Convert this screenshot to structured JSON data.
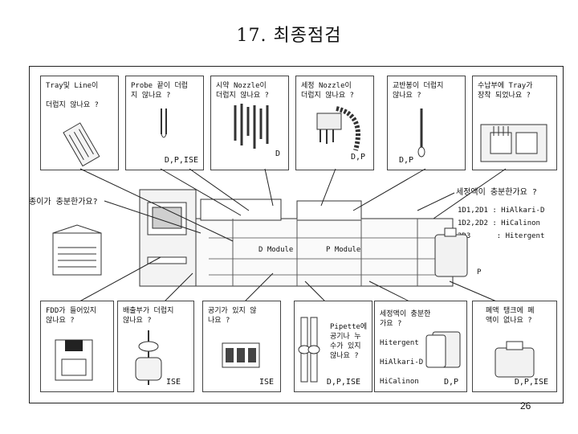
{
  "title": "17. 최종점검",
  "top_boxes": [
    {
      "label": "Tray및 Line이\n\n더럽지 않나요 ?",
      "tag": ""
    },
    {
      "label": "Probe 끝이 더럽\n지 않나요 ?",
      "tag": "D,P,ISE"
    },
    {
      "label": "시약 Nozzle이\n더럽지 않나요 ?",
      "tag": "D"
    },
    {
      "label": "세정 Nozzle이\n더럽지 않나요 ?",
      "tag": "D,P"
    },
    {
      "label": "교반봉이 더럽지\n않나요 ?",
      "tag": "D,P"
    },
    {
      "label": "수납부에 Tray가\n장착 되었나요 ?",
      "tag": ""
    }
  ],
  "middle": {
    "paper_question": "종이가 충분한가요?",
    "wash_question": "세정액이 충분한가요 ?",
    "wash_items": [
      "1D1,2D1 : HiAlkari-D",
      "1D2,2D2 : HiCalinon",
      "2D3      : Hitergent"
    ],
    "d_module": "D Module",
    "p_module": "P Module",
    "p_tag": "P"
  },
  "bottom_boxes": [
    {
      "label": "FDD가 들어있지\n않나요 ?",
      "tag": ""
    },
    {
      "label": "배출부가 더럽지\n않나요  ?",
      "tag": "ISE"
    },
    {
      "label": "공기가 있지 않\n나요 ?",
      "tag": "ISE"
    },
    {
      "label": "Pipette에\n공기나 누\n수가 있지\n않나요 ?",
      "tag": "D,P,ISE"
    },
    {
      "label": "세정액이 충분한\n가요 ?\n\nHitergent\n\nHiAlkari-D\n\nHiCalinon",
      "tag": "D,P"
    },
    {
      "label": "폐액 탱크에 폐\n액이 없나요 ?",
      "tag": "D,P,ISE"
    }
  ],
  "page_number": "26"
}
